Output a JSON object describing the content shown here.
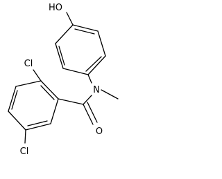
{
  "molecule": {
    "atoms": {
      "hydroxyl": "HO",
      "nitrogen": "N",
      "carbonyl_oxygen": "O",
      "chlorine_top": "Cl",
      "chlorine_bottom": "Cl"
    },
    "colors": {
      "bond": "#000000",
      "label": "#000000",
      "background": "#ffffff"
    }
  }
}
